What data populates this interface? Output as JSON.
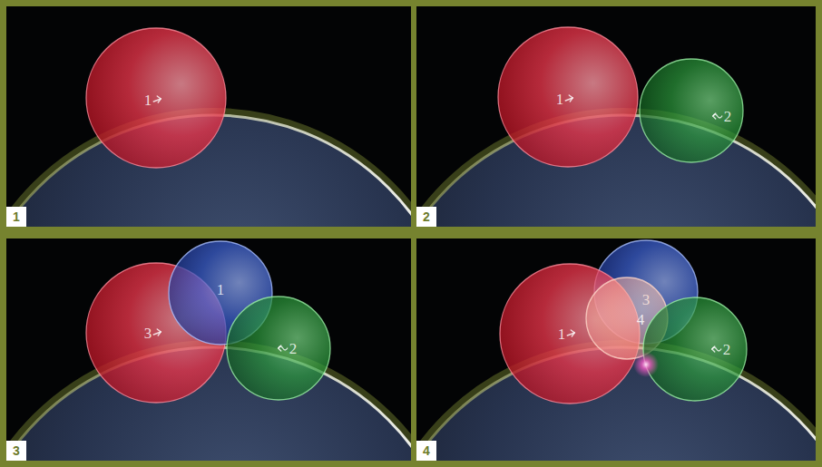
{
  "diagram": {
    "nodes": [
      {
        "text": [
          "1"
        ]
      },
      {
        "text": [
          "1"
        ]
      },
      {
        "text": [
          "1"
        ]
      },
      {
        "text": [
          "2"
        ]
      },
      {
        "text": [
          "2"
        ]
      },
      {
        "text": [
          "1"
        ]
      },
      {
        "text": [
          "3"
        ]
      },
      {
        "text": [
          "2"
        ]
      },
      {
        "text": [
          "3"
        ]
      },
      {
        "text": [
          "1"
        ]
      },
      {
        "text": [
          "3"
        ]
      },
      {
        "text": [
          "4"
        ]
      },
      {
        "text": [
          "2"
        ]
      },
      {
        "text": [
          "4"
        ]
      }
    ]
  }
}
